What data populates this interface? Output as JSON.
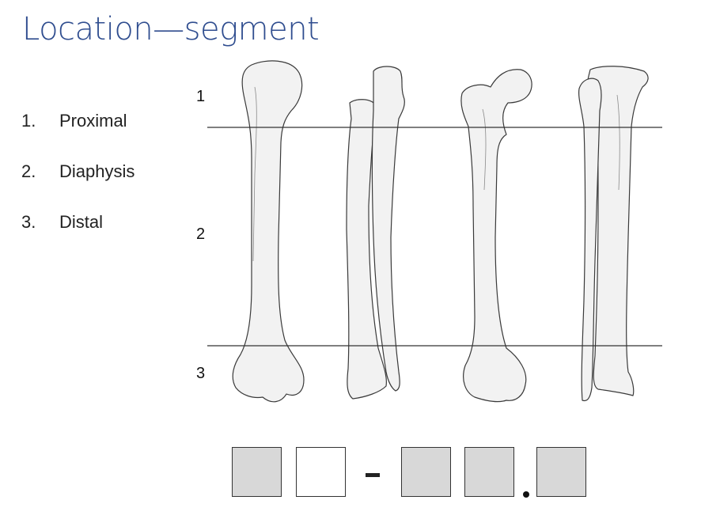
{
  "title": "Location—segment",
  "legend": [
    {
      "num": "1.",
      "label": "Proximal"
    },
    {
      "num": "2.",
      "label": "Diaphysis"
    },
    {
      "num": "3.",
      "label": "Distal"
    }
  ],
  "segment_labels": [
    "1",
    "2",
    "3"
  ],
  "code_separators": {
    "dash": "-",
    "dot": "."
  },
  "code_boxes": [
    {
      "filled": true
    },
    {
      "filled": false
    },
    {
      "filled": true
    },
    {
      "filled": true
    },
    {
      "filled": true
    }
  ],
  "colors": {
    "title": "#2f4d8f",
    "bone_fill": "#f2f2f2",
    "bone_stroke": "#3a3a3a",
    "box_filled": "#d8d8d8",
    "box_empty": "#ffffff"
  }
}
